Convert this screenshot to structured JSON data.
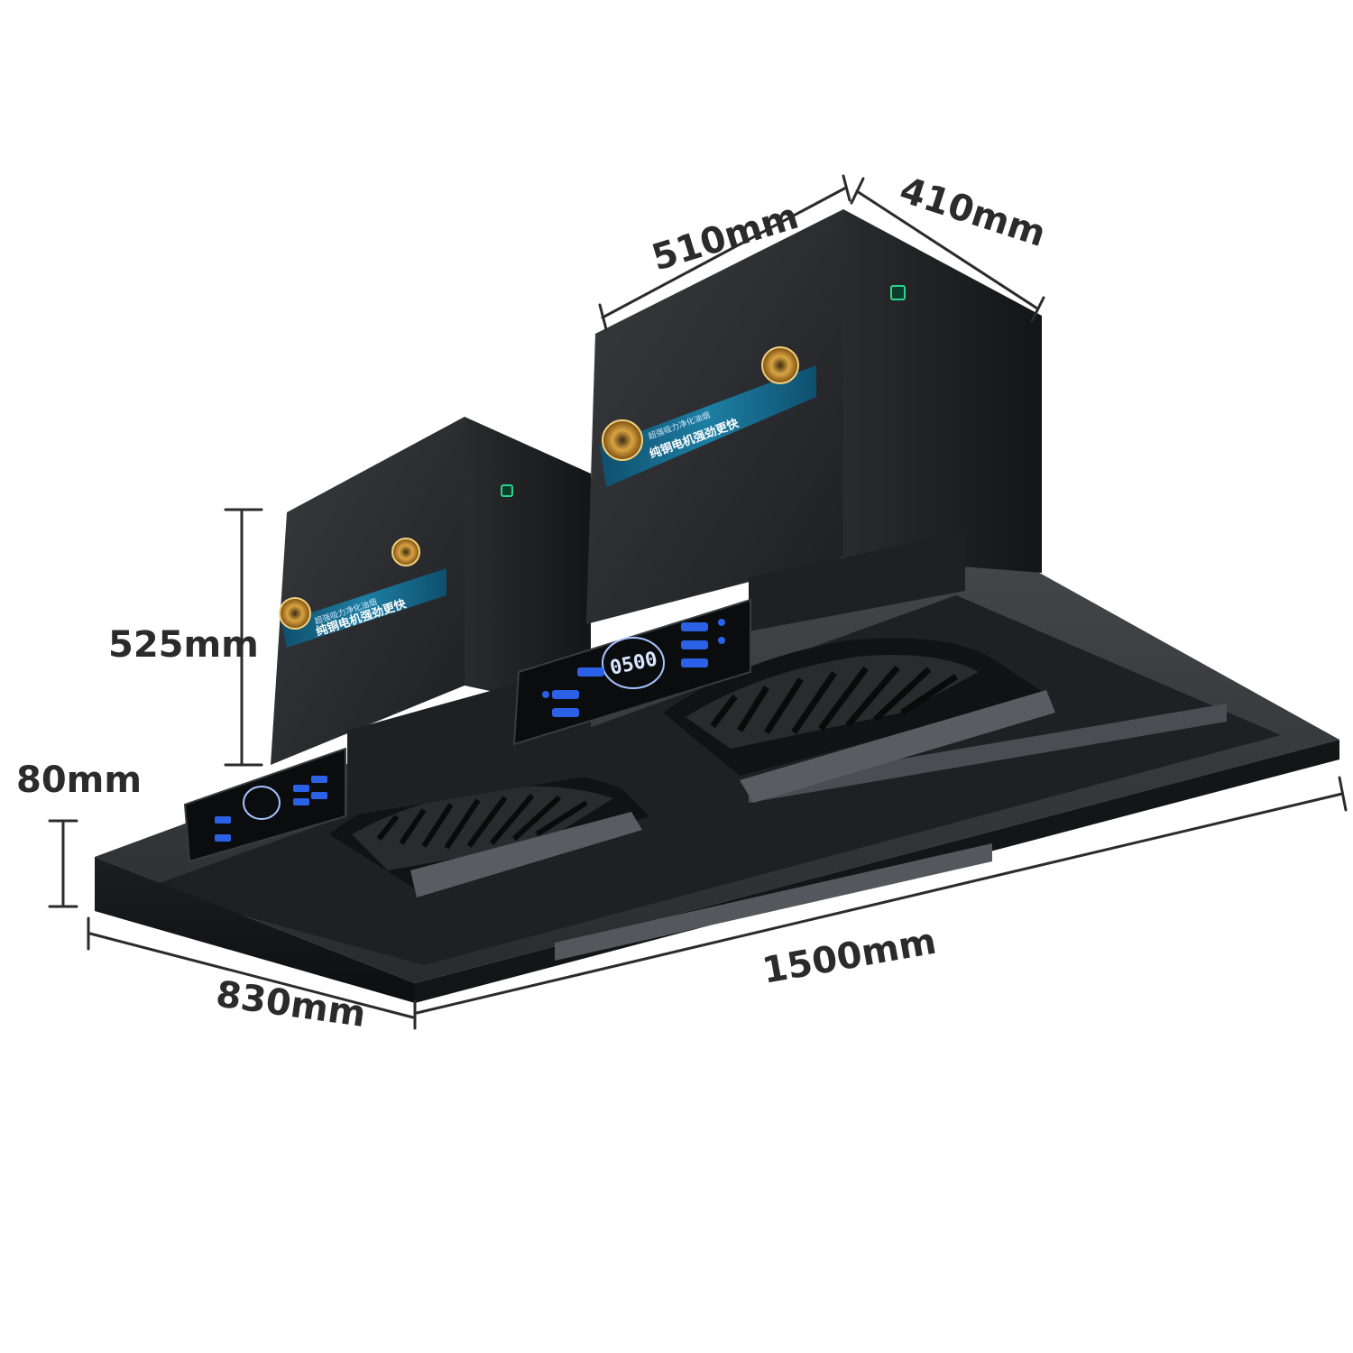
{
  "dimensions": {
    "motor_width": "510mm",
    "motor_depth": "410mm",
    "motor_height": "525mm",
    "hood_thickness": "80mm",
    "hood_depth": "830mm",
    "hood_length": "1500mm"
  },
  "product_label": {
    "line1": "纯铜电机强劲更快",
    "line2": "超强吸力净化油烟"
  },
  "control_panel": {
    "display_value": "0500"
  },
  "colors": {
    "body": "#2c2d30",
    "body_dark": "#17181a",
    "accent_label": "#1b6f8f",
    "panel_glow": "#3a7bff"
  }
}
